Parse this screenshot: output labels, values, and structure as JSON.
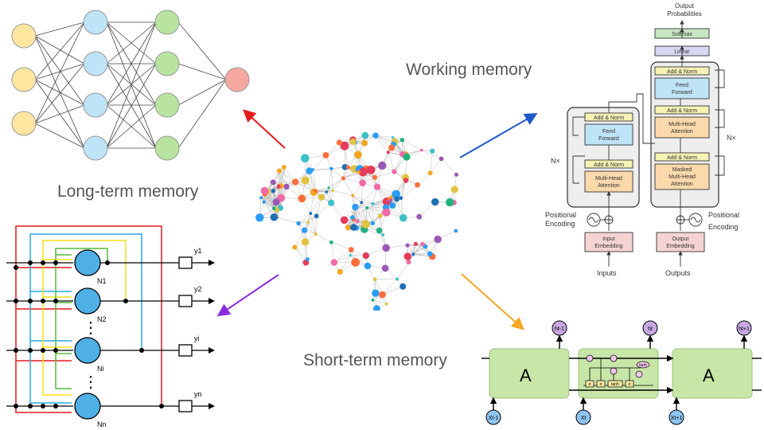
{
  "captions": {
    "long_term": "Long-term memory",
    "working": "Working memory",
    "short_term": "Short-term memory"
  },
  "colors": {
    "arrow_long_term": "#e8191c",
    "arrow_working": "#1f58c9",
    "arrow_hopfield": "#8a2be2",
    "arrow_short_term": "#f5a623",
    "input_node": "#fde6a0",
    "hidden1_node": "#bfe3f7",
    "hidden2_node": "#b9e4a0",
    "output_node": "#f6a8a0",
    "lstm_cell": "#c8e6a8"
  },
  "transformer": {
    "title_line1": "Output",
    "title_line2": "Probabilities",
    "softmax": "Softmax",
    "linear": "Linear",
    "add_norm": "Add & Norm",
    "feed_forward_1": "Feed",
    "feed_forward_2": "Forward",
    "mha_1": "Multi-Head",
    "mha_2": "Attention",
    "masked_1": "Masked",
    "masked_2": "Multi-Head",
    "masked_3": "Attention",
    "nx": "N×",
    "pos_enc_1": "Positional",
    "pos_enc_2": "Encoding",
    "input_emb_1": "Input",
    "input_emb_2": "Embedding",
    "output_emb_1": "Output",
    "output_emb_2": "Embedding",
    "inputs": "Inputs",
    "outputs": "Outputs"
  },
  "hopfield": {
    "neurons": [
      "N1",
      "N2",
      "Ni",
      "Nn"
    ],
    "outputs": [
      "y1",
      "y2",
      "yi",
      "yn"
    ],
    "dots": "⋮"
  },
  "lstm": {
    "cell_label": "A",
    "hidden": [
      "ht-1",
      "ht",
      "ht+1"
    ],
    "inputs": [
      "Xt-1",
      "Xt",
      "Xt+1"
    ],
    "gate_sigma": "σ",
    "gate_tanh": "tanh"
  }
}
